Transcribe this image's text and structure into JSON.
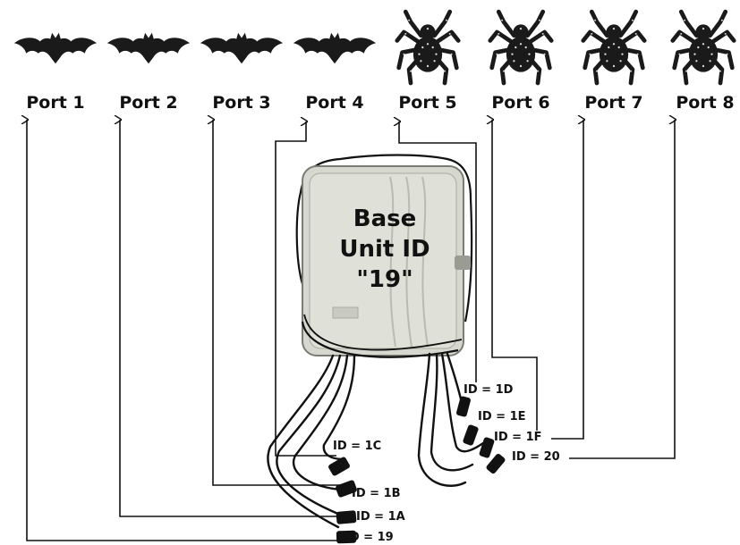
{
  "ports": [
    {
      "label": "Port 1",
      "icon": "bat-icon"
    },
    {
      "label": "Port 2",
      "icon": "bat-icon"
    },
    {
      "label": "Port 3",
      "icon": "bat-icon"
    },
    {
      "label": "Port 4",
      "icon": "bat-icon"
    },
    {
      "label": "Port 5",
      "icon": "spider-icon"
    },
    {
      "label": "Port 6",
      "icon": "spider-icon"
    },
    {
      "label": "Port 7",
      "icon": "spider-icon"
    },
    {
      "label": "Port 8",
      "icon": "spider-icon"
    }
  ],
  "base_unit": {
    "line1": "Base",
    "line2": "Unit ID",
    "line3": "\"19\""
  },
  "id_labels": [
    {
      "text": "ID = 19"
    },
    {
      "text": "ID = 1A"
    },
    {
      "text": "ID = 1B"
    },
    {
      "text": "ID = 1C"
    },
    {
      "text": "ID = 1D"
    },
    {
      "text": "ID = 1E"
    },
    {
      "text": "ID = 1F"
    },
    {
      "text": "ID = 20"
    }
  ],
  "colors": {
    "line": "#111111",
    "box": "#d9dbd3",
    "bat": "#1a1a1a",
    "spider": "#1a1a1a",
    "spider_dots": "#dddddd"
  }
}
